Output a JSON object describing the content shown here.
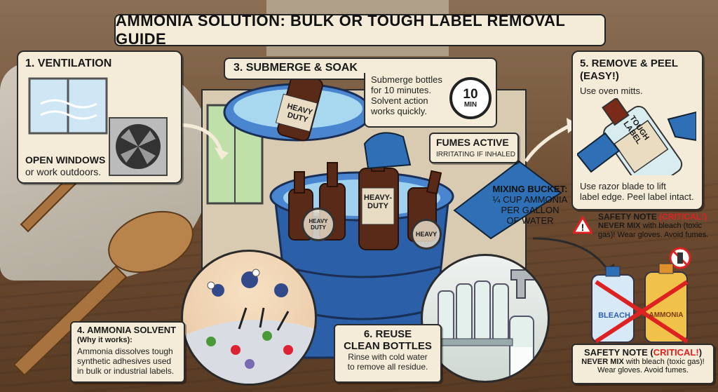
{
  "title": "AMMONIA SOLUTION: BULK OR TOUGH LABEL REMOVAL GUIDE",
  "step1": {
    "heading": "1. VENTILATION",
    "sub_bold": "OPEN WINDOWS",
    "sub_text": "or work outdoors."
  },
  "step3": {
    "heading": "3. SUBMERGE & SOAK",
    "body": [
      "Submerge bottles",
      "for 10 minutes.",
      "Solvent action",
      "works quickly."
    ],
    "timer_value": "10",
    "timer_unit": "MIN",
    "bottle_label": [
      "HEAVY",
      "DUTY"
    ]
  },
  "fumes": {
    "heading": "FUMES ACTIVE",
    "sub": "IRRITATING IF INHALED"
  },
  "mixing": {
    "heading": "MIXING BUCKET:",
    "lines": [
      "¼ CUP AMMONIA",
      "PER GALLON",
      "OF WATER"
    ]
  },
  "bucket_bottle_label": [
    "HEAVY-",
    "DUTY"
  ],
  "small_label_a": "HEAVY DUTY",
  "small_label_b": "HEAVY",
  "step5": {
    "heading1": "5. REMOVE & PEEL",
    "heading2": "(EASY!)",
    "note": "Use oven mitts.",
    "bottle_label": [
      "TOUGH",
      "LABEL"
    ],
    "body": [
      "Use razor blade to lift",
      "label edge. Peel label intact."
    ]
  },
  "safety_top": {
    "heading_a": "SAFETY NOTE ",
    "heading_b": "(CRITICAL!)",
    "line1_bold": "NEVER MIX",
    "line1_rest": " with bleach (toxic",
    "line2": "gas)! Wear gloves. Avoid fumes."
  },
  "safety_bottom": {
    "heading_a": "SAFETY NOTE (",
    "heading_b": "CRITICAL!",
    "heading_c": ")",
    "line1_bold": "NEVER MIX",
    "line1_rest": " with bleach (toxic gas)!",
    "line2": "Wear gloves. Avoid fumes."
  },
  "bleach_label": "BLEACH",
  "ammonia_label": "AMMONIA",
  "step4": {
    "heading": "4. AMMONIA SOLVENT",
    "sub": "(Why it works):",
    "body": [
      "Ammonia dissolves tough",
      "synthetic adhesives used",
      "in bulk or industrial labels."
    ]
  },
  "step6": {
    "heading": [
      "6. REUSE",
      "CLEAN BOTTLES"
    ],
    "body": [
      "Rinse with cold water",
      "to remove all residue."
    ]
  },
  "colors": {
    "panel": "#f4ecd8",
    "bucket": "#2b5fa8",
    "glove": "#2f6fb5",
    "bottle": "#5a2a18",
    "critical": "#d22222"
  }
}
